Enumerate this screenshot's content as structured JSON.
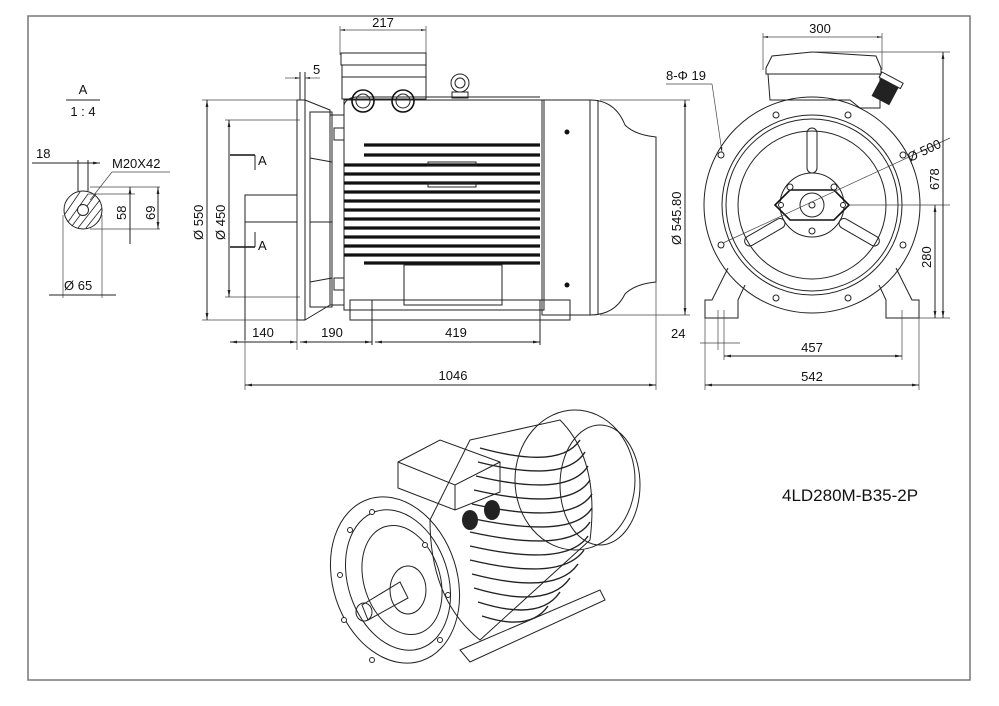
{
  "drawing": {
    "model_label": "4LD280M-B35-2P",
    "section_view": {
      "name": "A",
      "scale": "1 : 4",
      "key_width": "18",
      "thread": "M20X42",
      "key_depth_a": "58",
      "key_depth_b": "69",
      "shaft_diameter": "Ø 65"
    },
    "side_view": {
      "flange_outer_diameter": "Ø 550",
      "spigot_diameter": "Ø 450",
      "flange_thickness": "5",
      "terminal_box_width": "217",
      "frame_diameter": "Ø 545.80",
      "shaft_length": "140",
      "flange_to_foot": "190",
      "foot_hole_spacing": "419",
      "overall_length": "1046",
      "section_marker": "A"
    },
    "front_view": {
      "terminal_box_width": "300",
      "flange_holes": "8-Φ 19",
      "bolt_circle": "Ø 500",
      "overall_height": "678",
      "shaft_height": "280",
      "foot_hole": "24",
      "foot_spacing": "457",
      "overall_width": "542"
    },
    "colors": {
      "line": "#222222",
      "border": "#777777",
      "background": "#ffffff"
    }
  }
}
